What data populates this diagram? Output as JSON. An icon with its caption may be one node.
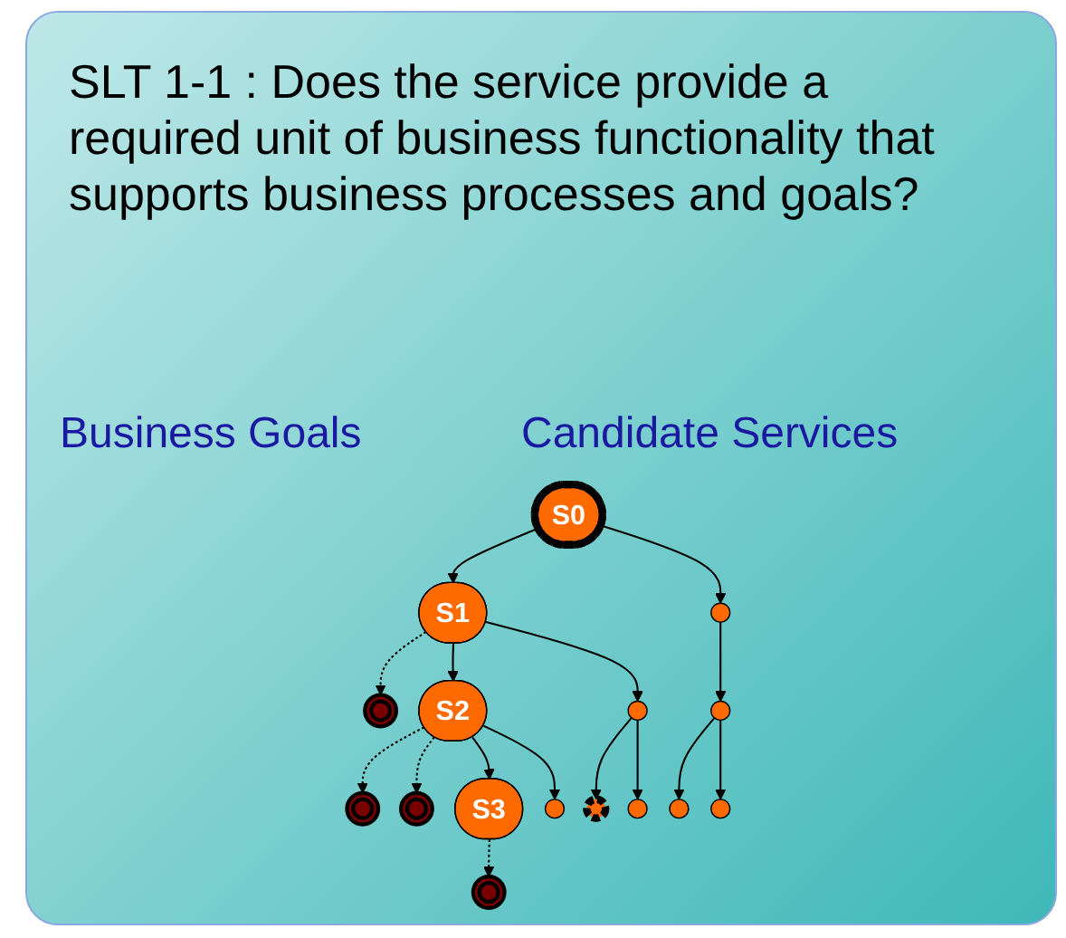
{
  "diagram": {
    "title": "SLT 1-1 : Does the service provide a required unit of business functionality that supports business processes and goals?",
    "nodes": [
      {
        "text": [],
        "shape": "circle"
      },
      {
        "text": [],
        "shape": "circle"
      },
      {
        "text": [],
        "shape": "circle"
      },
      {
        "text": [],
        "shape": "circle"
      },
      {
        "text": [
          "S0"
        ]
      },
      {
        "text": [
          "S1"
        ]
      },
      {
        "text": [],
        "shape": "circle"
      },
      {
        "text": [
          "S2"
        ]
      },
      {
        "text": [],
        "shape": "circle"
      },
      {
        "text": [],
        "shape": "circle"
      },
      {
        "text": [
          "S3"
        ]
      },
      {
        "text": [],
        "shape": "circle"
      },
      {
        "text": [],
        "shape": "circle"
      },
      {
        "text": [],
        "shape": "circle"
      },
      {
        "text": [],
        "shape": "circle"
      },
      {
        "text": [],
        "shape": "circle"
      }
    ],
    "edges": [
      {
        "from": 4,
        "to": 5,
        "arrow": "to"
      },
      {
        "from": 4,
        "to": 6,
        "arrow": "to"
      },
      {
        "from": 5,
        "to": 7,
        "arrow": "to"
      },
      {
        "from": 5,
        "to": 8,
        "arrow": "to"
      },
      {
        "from": 6,
        "to": 9,
        "arrow": "to"
      },
      {
        "from": 7,
        "to": 10,
        "arrow": "to"
      },
      {
        "from": 7,
        "to": 11,
        "arrow": "to"
      },
      {
        "from": 8,
        "to": 12,
        "arrow": "to"
      },
      {
        "from": 8,
        "to": 13,
        "arrow": "to"
      },
      {
        "from": 9,
        "to": 14,
        "arrow": "to"
      },
      {
        "from": 9,
        "to": 15,
        "arrow": "to"
      },
      {
        "from": 5,
        "to": 0,
        "arrow": "to",
        "style": "dashed"
      },
      {
        "from": 7,
        "to": 1,
        "arrow": "to",
        "style": "dashed"
      },
      {
        "from": 7,
        "to": 2,
        "arrow": "to",
        "style": "dashed"
      },
      {
        "from": 10,
        "to": 3,
        "arrow": "to",
        "style": "dashed"
      }
    ],
    "labels": [
      "Business Goals",
      "Candidate Services"
    ]
  }
}
